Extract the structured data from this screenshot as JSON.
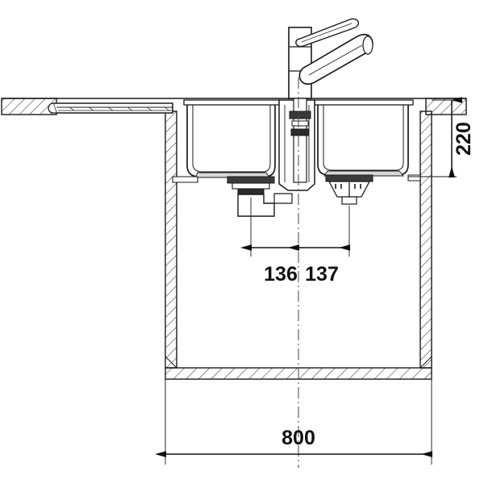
{
  "drawing": {
    "type": "technical-section-drawing",
    "subject": "Kitchen sink with drainer board, double basin, mixer tap and base cabinet — vertical cross-section",
    "units": "mm",
    "line_color": "#1a1a1a",
    "hatch_color": "#333333",
    "background_color": "#ffffff",
    "centerline_color": "#555555"
  },
  "dimensions": {
    "basin_depth": {
      "label": "220",
      "orientation": "vertical",
      "description": "Basin depth from worktop surface to basin floor"
    },
    "left_drain_offset": {
      "label": "136",
      "orientation": "horizontal",
      "description": "Distance from centre line to left basin waste outlet"
    },
    "right_drain_offset": {
      "label": "137",
      "orientation": "horizontal",
      "description": "Distance from centre line to right basin waste outlet"
    },
    "cabinet_width": {
      "label": "800",
      "orientation": "horizontal",
      "description": "Base cabinet internal width"
    }
  },
  "components": {
    "worktop": "worktop-section",
    "drainer": "drainer-board",
    "left_basin": "left-basin",
    "right_basin": "right-basin",
    "tap": "mixer-tap",
    "tap_lever": "tap-lever-handle",
    "tap_spout": "tap-spout",
    "left_waste": "left-waste-outlet",
    "right_waste": "right-waste-strainer",
    "cabinet": "base-cabinet-section",
    "centerline": "vertical-centerline"
  }
}
